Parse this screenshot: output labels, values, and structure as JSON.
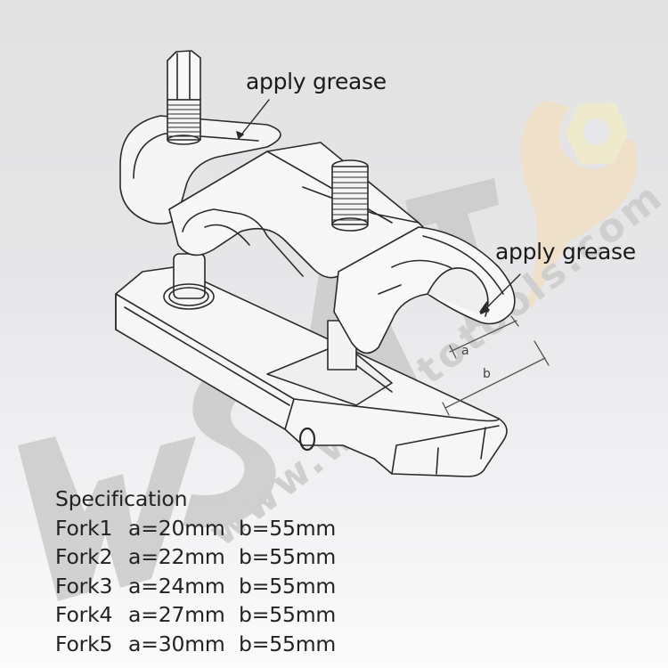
{
  "illustration": {
    "subject": "ball joint separator tool (technical line drawing)",
    "callouts": [
      {
        "text": "apply grease",
        "target": "upper clamp arm slot"
      },
      {
        "text": "apply grease",
        "target": "fork jaw opening"
      }
    ],
    "dimension_labels": {
      "a": "a",
      "b": "b"
    }
  },
  "watermark": {
    "logo_text": "WSAT",
    "url_text": "www.wsautotools.com",
    "logo_icon": "wrench-with-nut-icon",
    "colors": {
      "wrench": "#efe0c9",
      "nut": "#efeacb",
      "logo_gray": "#c9c9c9"
    }
  },
  "specification": {
    "title": "Specification",
    "rows": [
      {
        "fork": "Fork1",
        "a": "a=20mm",
        "b": "b=55mm"
      },
      {
        "fork": "Fork2",
        "a": "a=22mm",
        "b": "b=55mm"
      },
      {
        "fork": "Fork3",
        "a": "a=24mm",
        "b": "b=55mm"
      },
      {
        "fork": "Fork4",
        "a": "a=27mm",
        "b": "b=55mm"
      },
      {
        "fork": "Fork5",
        "a": "a=30mm",
        "b": "b=55mm"
      }
    ]
  }
}
